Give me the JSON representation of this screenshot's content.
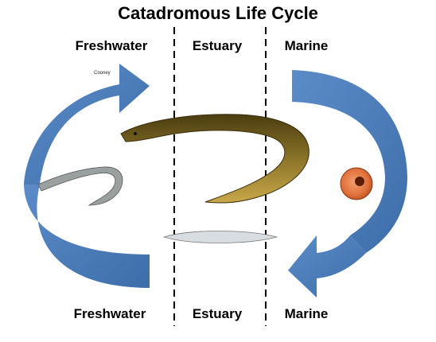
{
  "title": "Catadromous Life Cycle",
  "zones_top": [
    "Freshwater",
    "Estuary",
    "Marine"
  ],
  "zones_bottom": [
    "Freshwater",
    "Estuary",
    "Marine"
  ],
  "credit": "Cooney",
  "colors": {
    "arrow": "#4a78b5",
    "arrow_dark": "#2f5f9a",
    "divider": "#000000",
    "eel_adult": "#6b5a1a",
    "egg": "#e0703a"
  },
  "icons": [
    "top-arrow",
    "right-arrow",
    "bottom-arrow",
    "left-arrow",
    "elver",
    "adult-eel",
    "leptocephalus-larva",
    "egg"
  ]
}
